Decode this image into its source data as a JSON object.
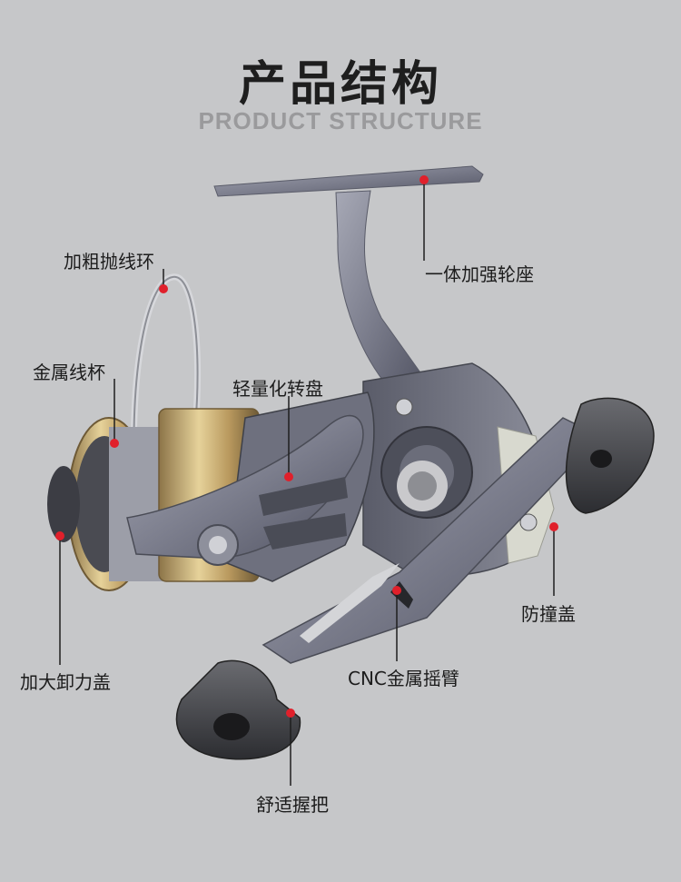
{
  "header": {
    "title": "产品结构",
    "subtitle": "PRODUCT STRUCTURE"
  },
  "labels": {
    "thick_bail": "加粗抛线环",
    "metal_spool": "金属线杯",
    "light_rotor": "轻量化转盘",
    "reel_seat": "一体加强轮座",
    "anti_collision_cap": "防撞盖",
    "drag_cap": "加大卸力盖",
    "cnc_handle_arm": "CNC金属摇臂",
    "comfort_grip": "舒适握把"
  },
  "colors": {
    "background": "#c6c7c9",
    "marker": "#e0202b",
    "leader_line": "#1e1e1e",
    "body_metal": "#7f8190",
    "spool_gold": "#c8a860"
  }
}
